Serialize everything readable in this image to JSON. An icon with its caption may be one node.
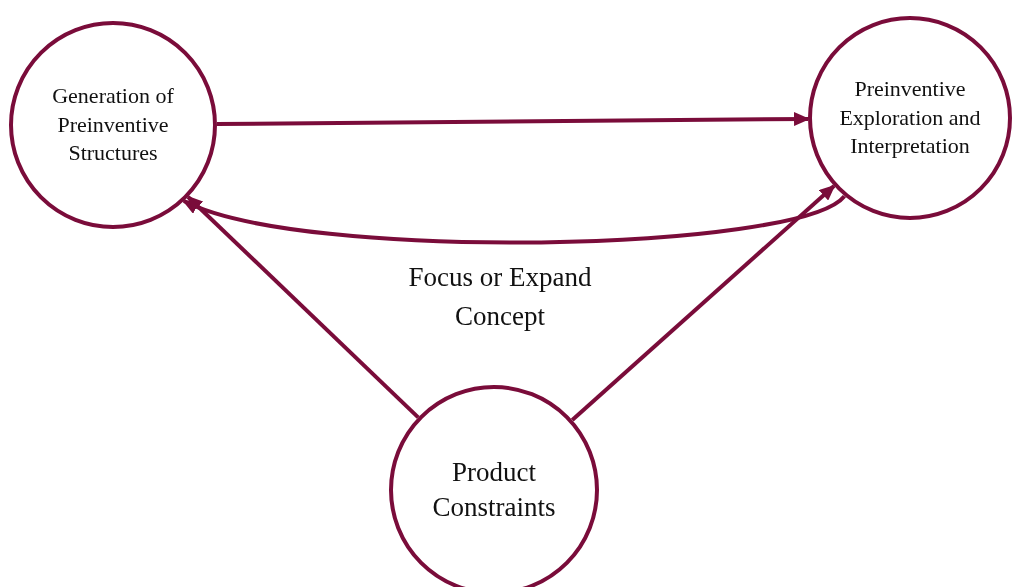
{
  "diagram": {
    "nodes": [
      {
        "text": [
          "Generation of Preinventive Structures"
        ]
      },
      {
        "text": [
          "Preinventive Exploration and Interpretation"
        ]
      },
      {
        "text": [
          "Product Constraints"
        ]
      }
    ],
    "edges": [
      {
        "from": 0,
        "to": 1,
        "arrow": "to"
      },
      {
        "from": 1,
        "to": 0,
        "arrow": "to",
        "label": "Focus or Expand Concept"
      },
      {
        "from": 2,
        "to": 0,
        "arrow": "to"
      },
      {
        "from": 2,
        "to": 1,
        "arrow": "to"
      }
    ]
  }
}
